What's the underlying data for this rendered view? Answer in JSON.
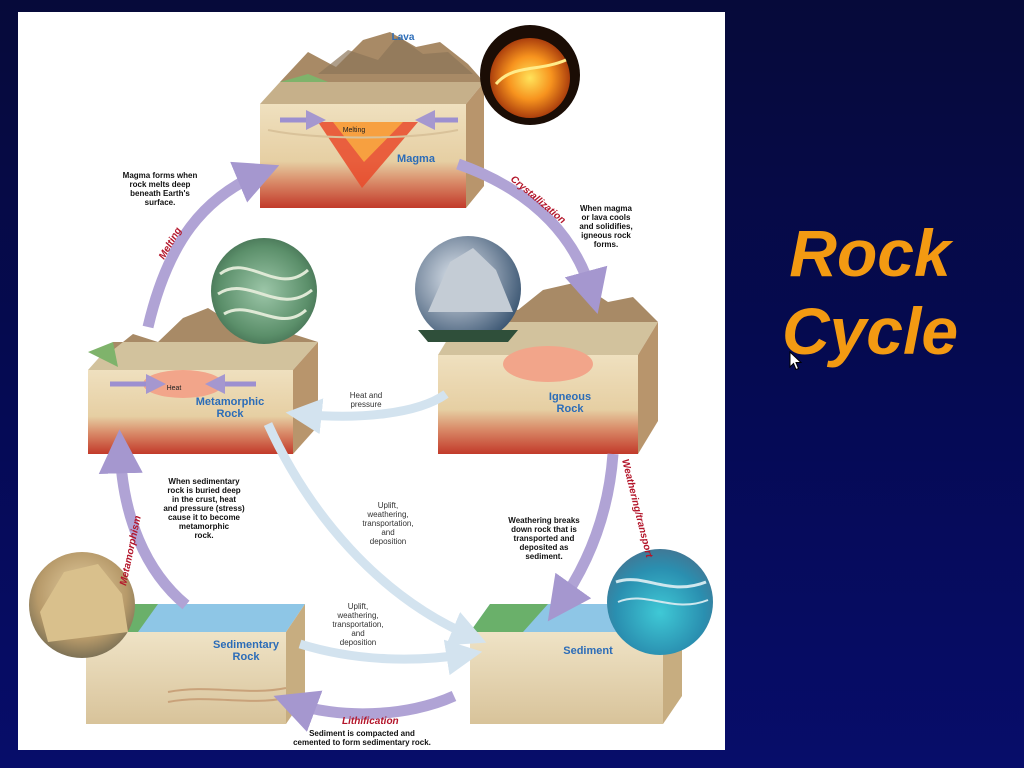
{
  "slide_title": {
    "line1": "Rock",
    "line2": "Cycle"
  },
  "diagram": {
    "stages": {
      "lava": "Lava",
      "magma": "Magma",
      "melting_zone": "Melting",
      "heat_zone": "Heat",
      "metamorphic_rock": [
        "Metamorphic",
        "Rock"
      ],
      "igneous_rock": [
        "Igneous",
        "Rock"
      ],
      "sedimentary_rock": [
        "Sedimentary",
        "Rock"
      ],
      "sediment": "Sediment"
    },
    "processes": {
      "melting": "Melting",
      "crystallization": "Crystallization",
      "weathering_transport": "Weathering/transport",
      "metamorphism": "Metamorphism",
      "lithification": "Lithification"
    },
    "notes": {
      "magma_forms": [
        "Magma forms when",
        "rock melts deep",
        "beneath Earth's",
        "surface."
      ],
      "when_magma": [
        "When magma",
        "or lava cools",
        "and solidifies,",
        "igneous rock",
        "forms."
      ],
      "heat_pressure": [
        "Heat and",
        "pressure"
      ],
      "when_sedimentary": [
        "When sedimentary",
        "rock is buried deep",
        "in the crust, heat",
        "and pressure (stress)",
        "cause it to become",
        "metamorphic",
        "rock."
      ],
      "uplift_center": [
        "Uplift,",
        "weathering,",
        "transportation,",
        "and",
        "deposition"
      ],
      "weathering_breaks": [
        "Weathering breaks",
        "down rock that is",
        "transported and",
        "deposited as",
        "sediment."
      ],
      "uplift_bottom": [
        "Uplift,",
        "weathering,",
        "transportation,",
        "and",
        "deposition"
      ],
      "sediment_compacted": [
        "Sediment is compacted and",
        "cemented to form sedimentary rock."
      ]
    }
  },
  "colors": {
    "title": "#f39a12",
    "arrow": "#b3a6d6",
    "process_label": "#b3152a",
    "rock_label": "#2b6cb8"
  }
}
